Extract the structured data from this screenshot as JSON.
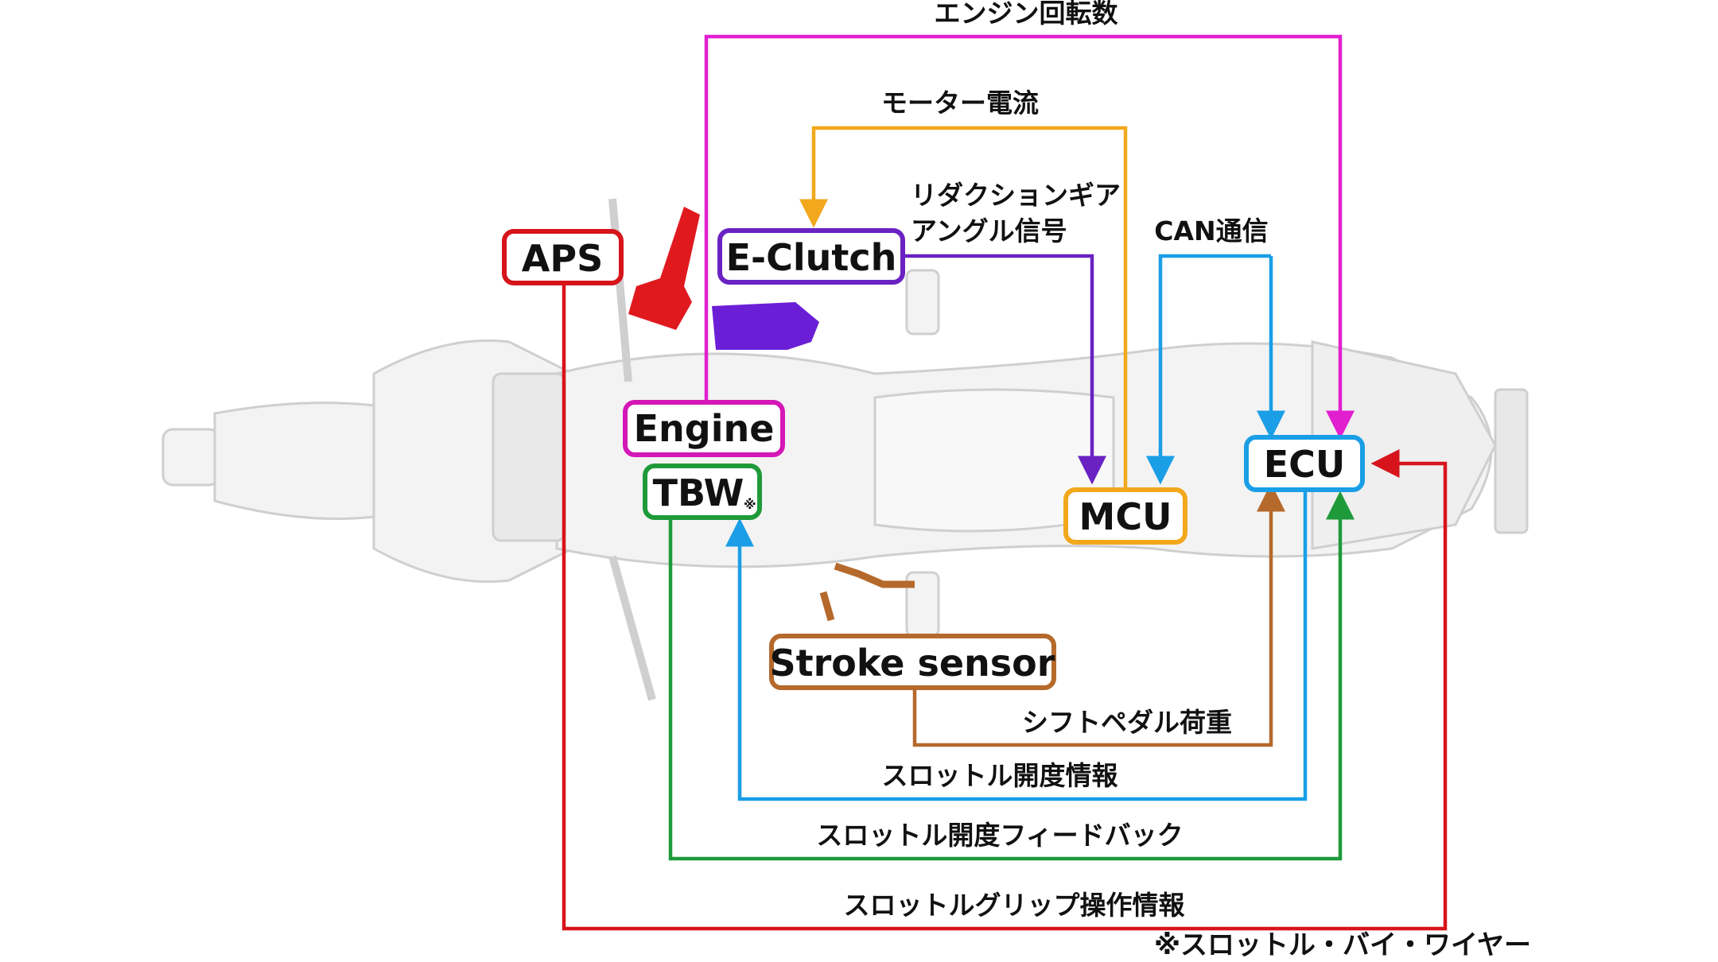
{
  "nodes": {
    "aps": {
      "label": "APS",
      "color": "#d7141b"
    },
    "eclutch": {
      "label": "E-Clutch",
      "color": "#6a22c2"
    },
    "engine": {
      "label": "Engine",
      "color": "#d417b6"
    },
    "tbw": {
      "label": "TBW",
      "mark": "※",
      "color": "#1f9a3a"
    },
    "mcu": {
      "label": "MCU",
      "color": "#f2a81d"
    },
    "ecu": {
      "label": "ECU",
      "color": "#1a9ee6"
    },
    "stroke": {
      "label": "Stroke sensor",
      "color": "#b5692b"
    }
  },
  "edges": {
    "engine_rpm": {
      "label": "エンジン回転数",
      "color": "#e21fd0"
    },
    "motor_current": {
      "label": "モーター電流",
      "color": "#f2a81d"
    },
    "reduction_gear": {
      "line1": "リダクションギア",
      "line2": "アングル信号",
      "color": "#6a22c2"
    },
    "can": {
      "label": "CAN通信",
      "color": "#1a9ee6"
    },
    "shift_load": {
      "label": "シフトペダル荷重",
      "color": "#b5692b"
    },
    "throttle_info": {
      "label": "スロットル開度情報",
      "color": "#1a9ee6"
    },
    "throttle_fb": {
      "label": "スロットル開度フィードバック",
      "color": "#1f9a3a"
    },
    "grip_info": {
      "label": "スロットルグリップ操作情報",
      "color": "#d7141b"
    }
  },
  "footnote": "※スロットル・バイ・ワイヤー",
  "colors": {
    "motorcycle_body": "#f3f3f3",
    "motorcycle_outline": "#cfcfcf"
  }
}
